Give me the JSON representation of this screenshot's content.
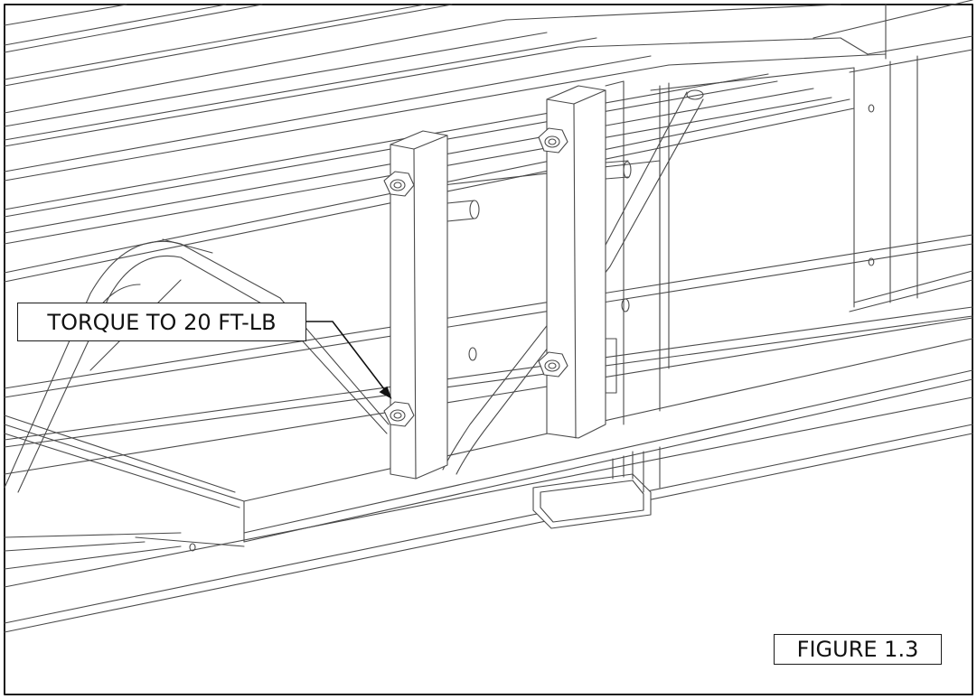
{
  "callout": {
    "text": "TORQUE TO 20 FT-LB"
  },
  "figure": {
    "label": "FIGURE 1.3"
  },
  "icons": {
    "arrow": "leader-arrow",
    "bolts": "hex-nut"
  },
  "colors": {
    "line": "#3a3a3a",
    "background": "#ffffff",
    "border": "#1a1a1a"
  }
}
